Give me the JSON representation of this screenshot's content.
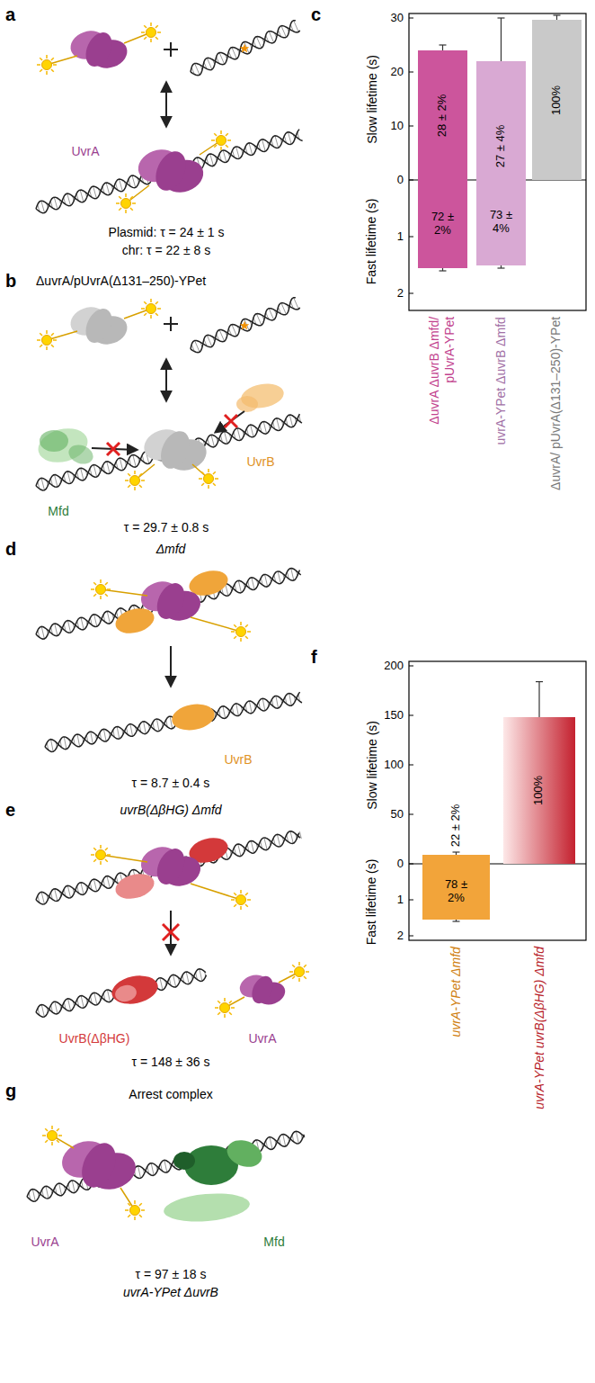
{
  "diagram": {
    "nodes": [
      {
        "text": [
          "28 ± 2%"
        ]
      },
      {
        "text": [
          "72 ± 2%"
        ]
      },
      {
        "text": [
          "27 ± 4%"
        ]
      },
      {
        "text": [
          "73 ± 4%"
        ]
      },
      {
        "text": [
          "100%"
        ]
      },
      {
        "text": [
          "22 ± 2%"
        ]
      },
      {
        "text": [
          "78 ± 2%"
        ]
      },
      {
        "text": [
          "100%"
        ]
      }
    ],
    "labels": [
      "a",
      "UvrA",
      "Plasmid: τ = 24 ± 1 s",
      "chr: τ = 22 ± 8 s",
      "b",
      "ΔuvrA/pUvrA(Δ131–250)-YPet",
      "Mfd",
      "UvrB",
      "τ = 29.7 ± 0.8 s",
      "c",
      "Slow lifetime (s)",
      "Fast lifetime (s)",
      "30",
      "20",
      "10",
      "0",
      "1",
      "2",
      "ΔuvrA ΔuvrB Δmfd/ pUvrA-YPet",
      "uvrA-YPet ΔuvrB Δmfd",
      "ΔuvrA/ pUvrA(Δ131–250)-YPet",
      "d",
      "Δmfd",
      "UvrB",
      "τ = 8.7 ± 0.4 s",
      "e",
      "uvrB(ΔβHG) Δmfd",
      "UvrB(ΔβHG)",
      "UvrA",
      "τ = 148 ± 36 s",
      "f",
      "Slow lifetime (s)",
      "Fast lifetime (s)",
      "200",
      "150",
      "100",
      "50",
      "0",
      "1",
      "2",
      "uvrA-YPet Δmfd",
      "uvrA-YPet uvrB(ΔβHG) Δmfd",
      "g",
      "Arrest complex",
      "UvrA",
      "Mfd",
      "τ = 97 ± 18 s",
      "uvrA-YPet ΔuvrB"
    ]
  }
}
